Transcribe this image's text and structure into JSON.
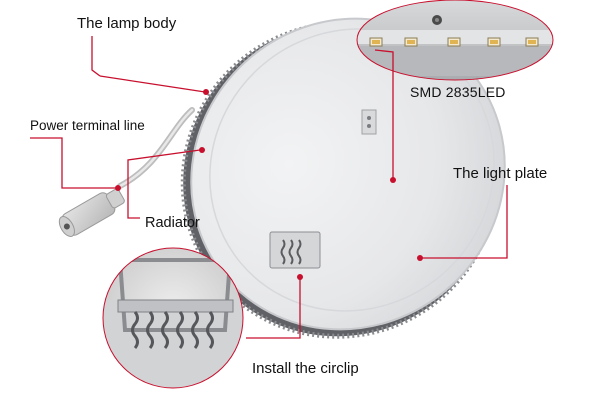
{
  "labels": {
    "lamp_body": "The lamp body",
    "power_terminal": "Power terminal line",
    "radiator": "Radiator",
    "light_plate": "The light plate",
    "smd_led": "SMD  2835LED",
    "circlip": "Install the circlip"
  },
  "colors": {
    "callout_line": "#c8102e",
    "callout_dot": "#c8102e",
    "panel_face": "#e9eaec",
    "radiator_fins": "#6e7075"
  }
}
